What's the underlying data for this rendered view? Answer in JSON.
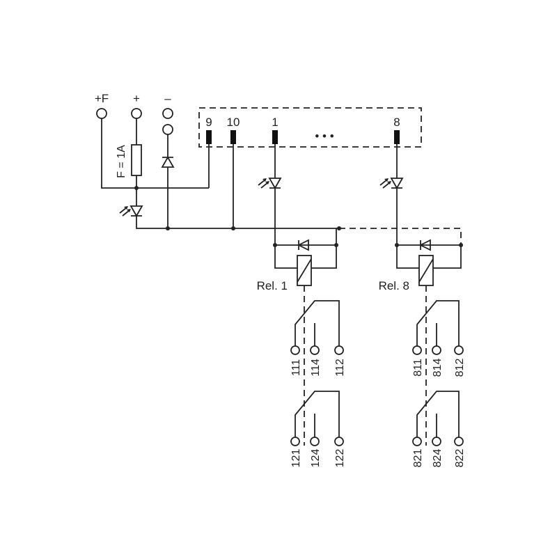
{
  "supply": {
    "plus_f_label": "+F",
    "plus_label": "+",
    "minus_label": "–",
    "fuse_label": "F = 1A"
  },
  "bus": {
    "terminals": [
      "9",
      "10",
      "1",
      "8"
    ],
    "ellipsis": "• • •"
  },
  "relays": [
    {
      "label": "Rel. 1",
      "contacts_top": [
        "111",
        "114",
        "112"
      ],
      "contacts_bottom": [
        "121",
        "124",
        "122"
      ]
    },
    {
      "label": "Rel. 8",
      "contacts_top": [
        "811",
        "814",
        "812"
      ],
      "contacts_bottom": [
        "821",
        "824",
        "822"
      ]
    }
  ]
}
